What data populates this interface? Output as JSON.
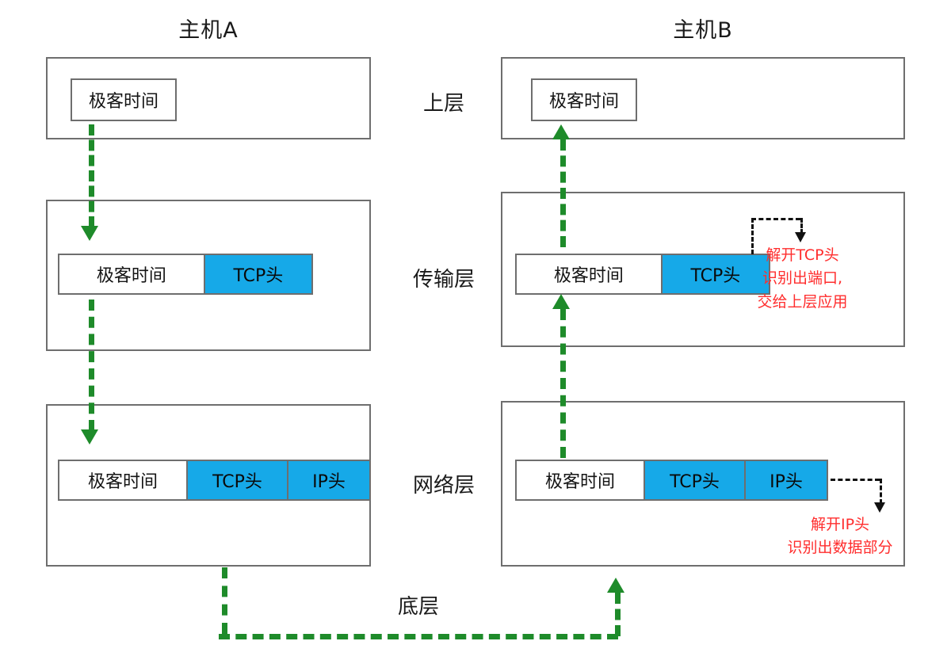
{
  "diagram": {
    "title_host_a": "主机A",
    "title_host_b": "主机B",
    "bottom_layer_label": "底层",
    "layer_labels": {
      "upper": "上层",
      "transport": "传输层",
      "network": "网络层"
    },
    "payload_label": "极客时间",
    "tcp_header_label": "TCP头",
    "ip_header_label": "IP头",
    "colors": {
      "header_blue": "#16a9e8",
      "flow_green": "#1e8b2a",
      "annotation_red": "#ff2d2d",
      "box_gray": "#6e6e6e"
    }
  },
  "host_a": {
    "upper": {
      "payload": "极客时间"
    },
    "transport": {
      "payload": "极客时间",
      "tcp": "TCP头"
    },
    "network": {
      "payload": "极客时间",
      "tcp": "TCP头",
      "ip": "IP头"
    }
  },
  "host_b": {
    "upper": {
      "payload": "极客时间"
    },
    "transport": {
      "payload": "极客时间",
      "tcp": "TCP头"
    },
    "network": {
      "payload": "极客时间",
      "tcp": "TCP头",
      "ip": "IP头"
    }
  },
  "annotations": {
    "transport": {
      "line1": "解开TCP头",
      "line2": "识别出端口,",
      "line3": "交给上层应用"
    },
    "network": {
      "line1": "解开IP头",
      "line2": "识别出数据部分"
    }
  }
}
